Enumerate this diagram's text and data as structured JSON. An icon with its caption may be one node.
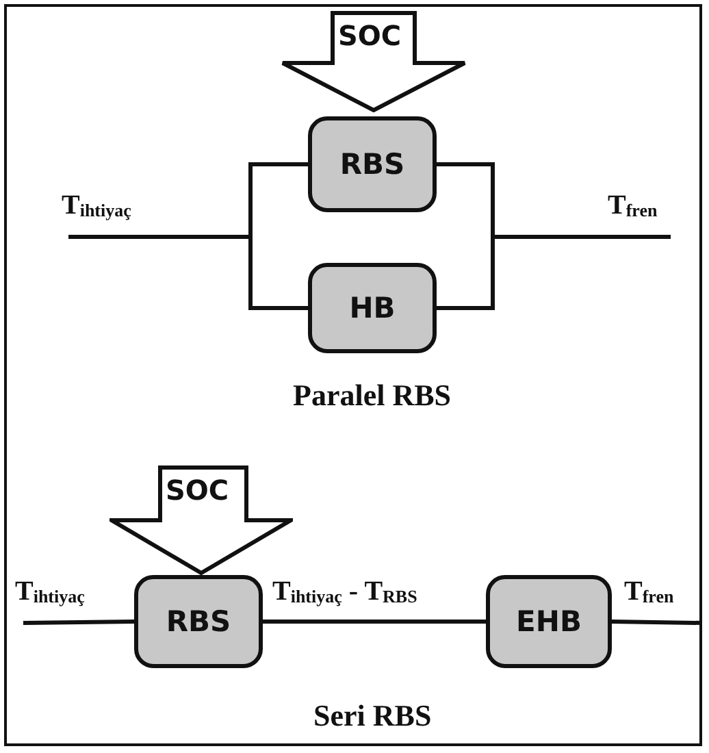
{
  "diagram": {
    "nodes": [
      {
        "text": [
          "SOC"
        ]
      },
      {
        "text": [
          "RBS"
        ]
      },
      {
        "text": [
          "HB"
        ]
      },
      {
        "text": [
          "SOC"
        ]
      },
      {
        "text": [
          "RBS"
        ]
      },
      {
        "text": [
          "EHB"
        ]
      }
    ],
    "edges": [
      {
        "from": null,
        "to": 1,
        "arrow": "none",
        "label": "T$_{ihtiyaç}$"
      },
      {
        "from": null,
        "to": 2,
        "arrow": "none"
      },
      {
        "from": 1,
        "to": null,
        "arrow": "none",
        "label": "T$_{fren}$"
      },
      {
        "from": 2,
        "to": null,
        "arrow": "none"
      },
      {
        "from": null,
        "to": 4,
        "arrow": "none",
        "label": "T$_{ihtiyaç}$"
      },
      {
        "from": 4,
        "to": 5,
        "arrow": "none",
        "label": "T$_{ihtiyaç}$ - T$_{RBS}$"
      },
      {
        "from": 5,
        "to": null,
        "arrow": "none",
        "label": "T$_{fren}$"
      }
    ],
    "labels": [
      "Paralel RBS",
      "Seri RBS"
    ]
  }
}
